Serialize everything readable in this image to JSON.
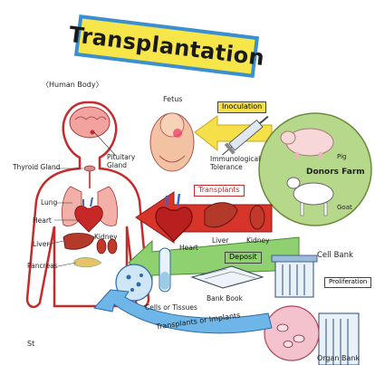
{
  "title": "Transplantation",
  "human_body_label": "〈Human Body〉",
  "organs": {
    "thyroid": "Thyroid Gland",
    "pituitary": "Pituitary Gland",
    "lung": "Lung",
    "heart": "Heart",
    "liver": "Liver",
    "kidney": "Kidney",
    "pancreas": "Pancreas"
  },
  "fetus_label": "Fetus",
  "inoculation_tag": "Inoculation",
  "immunological_label": "Immunological Tolerance",
  "donors_farm": "Donors Farm",
  "pig_label": "Pig",
  "goat_label": "Goat",
  "transplants_tag": "Transplants",
  "graft_labels": {
    "heart": "Heart",
    "liver": "Liver",
    "kidney": "Kidney"
  },
  "deposit_tag": "Deposit",
  "cells_label": "Cells or Tissues",
  "bank_book_label": "Bank Book",
  "cell_bank_label": "Cell Bank",
  "proliferation_tag": "Proliferation",
  "organ_bank_label": "Organ Bank",
  "bottom_arrow_text": "Transplants or Implants",
  "signature": "St",
  "colors": {
    "title_bg": "#f6e64a",
    "title_border": "#3a8fd0",
    "yellow_arrow": "#f5e04a",
    "red_arrow": "#d8352a",
    "green_arrow": "#8fd070",
    "blue_arrow": "#6fb6e8",
    "farm_bg": "#b6d88a",
    "body_outline": "#c62a2a"
  }
}
